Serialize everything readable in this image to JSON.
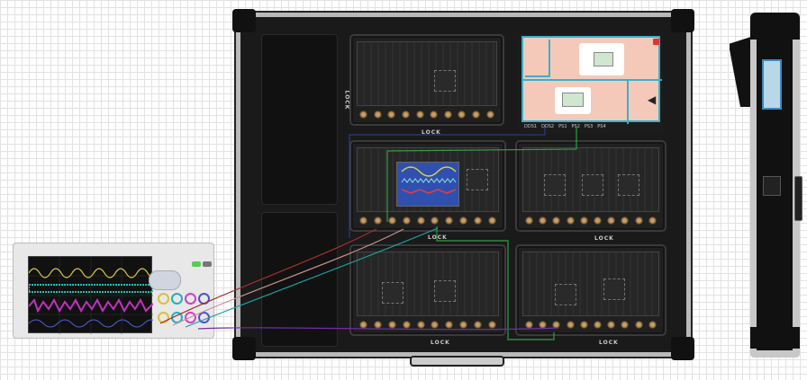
{
  "case": {
    "lock_label": "LOCK",
    "modules": [
      {
        "id": "top-left"
      },
      {
        "id": "top-right-touchscreen"
      },
      {
        "id": "middle-left"
      },
      {
        "id": "middle-right"
      },
      {
        "id": "bottom-left"
      },
      {
        "id": "bottom-right"
      }
    ],
    "touch_ports": [
      "DDS1",
      "DDS2",
      "PS1",
      "PS2",
      "PS3",
      "PS4"
    ]
  },
  "colors": {
    "cable_red": "#a03030",
    "cable_pink": "#c89090",
    "cable_teal": "#20a0a0",
    "cable_purple": "#7030a0",
    "cable_green": "#30a040",
    "cable_blue": "#3040a0",
    "trace_yellow": "#e0d040",
    "trace_teal": "#20c0b0",
    "trace_magenta": "#c030c0",
    "trace_blue": "#5060d0"
  }
}
